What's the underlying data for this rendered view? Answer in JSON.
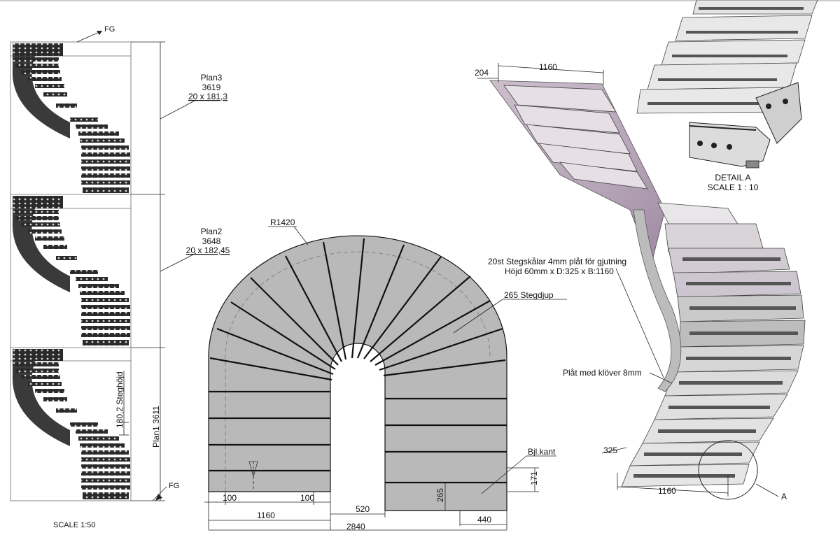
{
  "elevation": {
    "fg_top": "FG",
    "fg_bottom": "FG",
    "plan3": {
      "name": "Plan3",
      "height": "3619",
      "steps": "20 x 181,3"
    },
    "plan2": {
      "name": "Plan2",
      "height": "3648",
      "steps": "20 x 182,45"
    },
    "plan1": "Plan1 3611",
    "step_height": "180,2 Steghöjd",
    "scale": "SCALE 1:50"
  },
  "plan_view": {
    "radius": "R1420",
    "step_depth": "265 Stegdjup",
    "edge": "Bjl.kant",
    "dims": {
      "d100_left": "100",
      "d100_right": "100",
      "d1160": "1160",
      "d520": "520",
      "d2840": "2840",
      "d440": "440",
      "d265": "265",
      "d171": "171"
    }
  },
  "iso_view": {
    "d204": "204",
    "d1160_top": "1160",
    "note_line1": "20st Stegskålar 4mm plåt för gjutning",
    "note_line2": "Höjd 60mm x D:325 x B:1160",
    "plate_note": "Plåt med klöver 8mm",
    "d325": "325",
    "d1160_bottom": "1160",
    "detail_ref": "A"
  },
  "detail": {
    "title": "DETAIL A",
    "scale": "SCALE 1 : 10"
  }
}
